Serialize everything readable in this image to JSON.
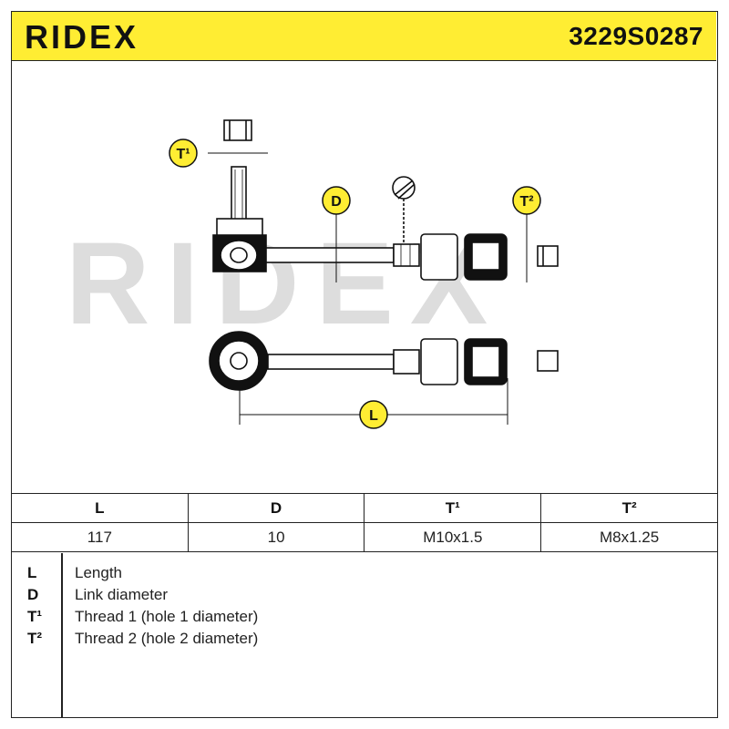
{
  "header": {
    "brand": "RIDEX",
    "part_number": "3229S0287",
    "color": "#ffed33"
  },
  "drawing": {
    "watermark": "RIDEX",
    "callouts": {
      "t1": "T¹",
      "d": "D",
      "t2": "T²",
      "l": "L"
    },
    "callout_color": "#ffed33"
  },
  "table": {
    "headers": [
      "L",
      "D",
      "T¹",
      "T²"
    ],
    "values": [
      "117",
      "10",
      "M10x1.5",
      "M8x1.25"
    ]
  },
  "legend": [
    {
      "key": "L",
      "desc": "Length"
    },
    {
      "key": "D",
      "desc": "Link diameter"
    },
    {
      "key": "T¹",
      "desc": "Thread 1 (hole 1 diameter)"
    },
    {
      "key": "T²",
      "desc": "Thread 2 (hole 2 diameter)"
    }
  ]
}
